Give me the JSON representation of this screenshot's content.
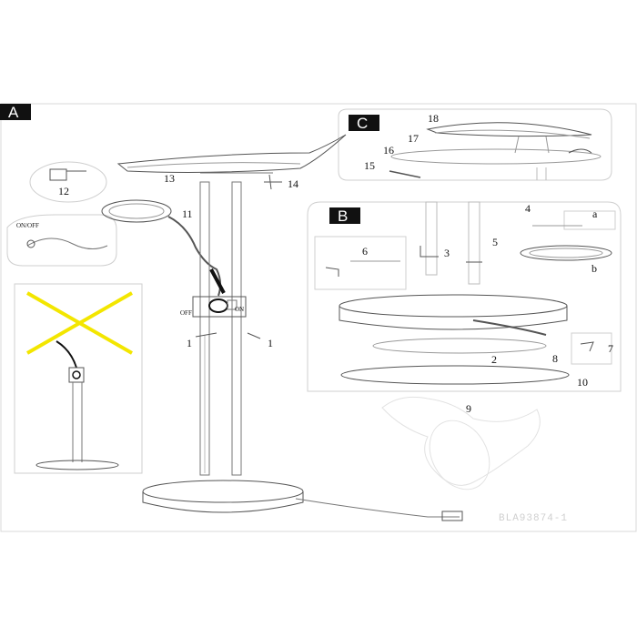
{
  "sections": {
    "a": "A",
    "b": "B",
    "c": "C"
  },
  "switch": {
    "on_off": "ON/OFF",
    "off": "OFF",
    "on": "ON"
  },
  "parts": {
    "p1": "1",
    "p2": "2",
    "p3": "3",
    "p4": "4",
    "p5": "5",
    "p6": "6",
    "p7": "7",
    "p8": "8",
    "p9": "9",
    "p10": "10",
    "p11": "11",
    "p12": "12",
    "p13": "13",
    "p14": "14",
    "p15": "15",
    "p16": "16",
    "p17": "17",
    "p18": "18"
  },
  "detail_letters": {
    "a": "a",
    "b": "b"
  },
  "model_code": "BLA93874-1",
  "colors": {
    "line": "#555555",
    "light_line": "#aaaaaa",
    "frame": "#cfcfcf",
    "cross": "#f3e600",
    "label_bg": "#111111"
  }
}
